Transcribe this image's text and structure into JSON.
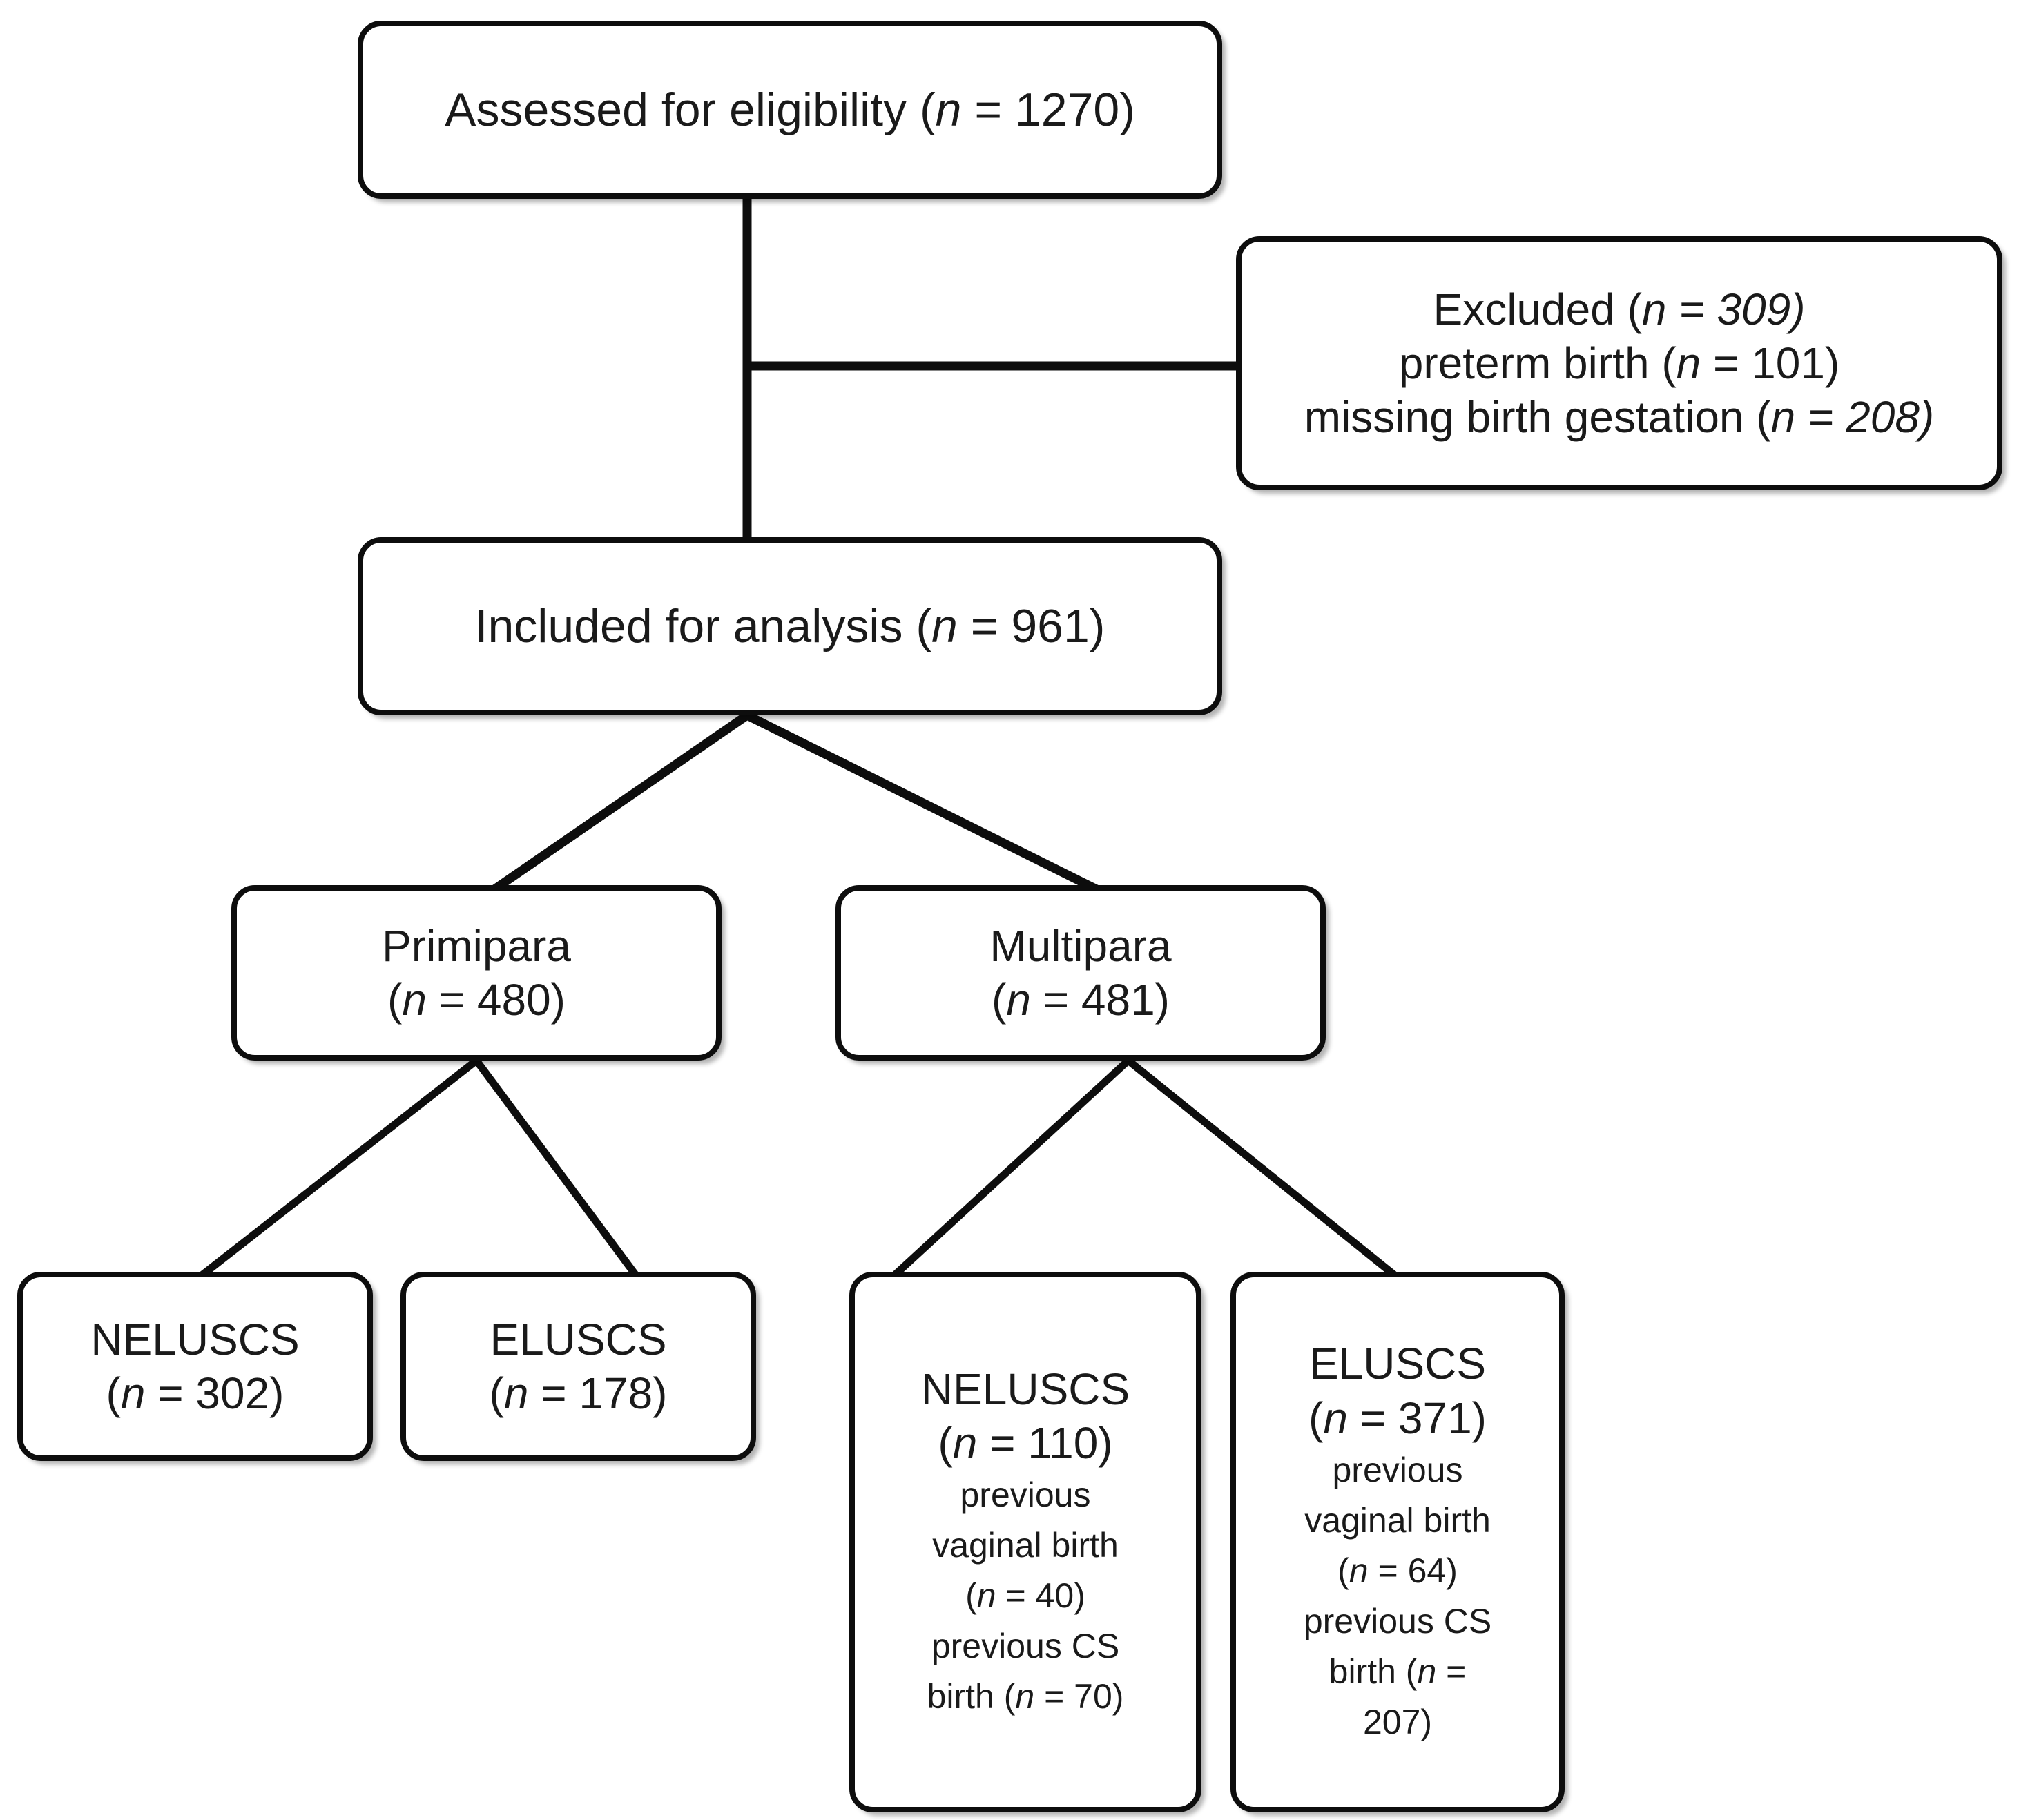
{
  "diagram": {
    "type": "flowchart",
    "title": "Study participant flow diagram",
    "colors": {
      "box_border": "#0d0d0d",
      "box_fill": "#ffffff",
      "connector": "#0d0d0d",
      "text": "#1a1a1a"
    }
  },
  "nodes": {
    "assessed": {
      "name": "Assessed for eligibility",
      "lines": [
        {
          "pre": "Assessed for eligibility (",
          "ital": "n",
          "post": " = 1270)"
        }
      ]
    },
    "excluded": {
      "name": "Excluded",
      "lines": [
        {
          "pre": "Excluded (",
          "ital": "n",
          "post": " = 309)"
        },
        {
          "pre": "preterm birth (",
          "ital": "n",
          "post": " = 101)"
        },
        {
          "pre": "missing birth gestation (",
          "ital": "n",
          "post": " = 208)"
        }
      ]
    },
    "included": {
      "name": "Included for analysis",
      "lines": [
        {
          "pre": "Included for analysis (",
          "ital": "n",
          "post": "  = 961)"
        }
      ]
    },
    "primipara": {
      "name": "Primipara",
      "lines": [
        {
          "pre": "Primipara",
          "ital": "",
          "post": ""
        },
        {
          "pre": "(",
          "ital": "n",
          "post": "  = 480)"
        }
      ]
    },
    "multipara": {
      "name": "Multipara",
      "lines": [
        {
          "pre": "Multipara",
          "ital": "",
          "post": ""
        },
        {
          "pre": "(",
          "ital": "n",
          "post": "  = 481)"
        }
      ]
    },
    "primipara_neluscs": {
      "name": "NELUSCS primipara",
      "lines": [
        {
          "pre": "NELUSCS",
          "ital": "",
          "post": ""
        },
        {
          "pre": "(",
          "ital": "n",
          "post": "  = 302)"
        }
      ]
    },
    "primipara_eluscs": {
      "name": "ELUSCS primipara",
      "lines": [
        {
          "pre": "ELUSCS",
          "ital": "",
          "post": ""
        },
        {
          "pre": "(",
          "ital": "n",
          "post": " = 178)"
        }
      ]
    },
    "multipara_neluscs": {
      "name": "NELUSCS multipara",
      "heading": [
        {
          "pre": "NELUSCS",
          "ital": "",
          "post": ""
        },
        {
          "pre": "(",
          "ital": "n",
          "post": " = 110)"
        }
      ],
      "detail": [
        {
          "pre": "previous",
          "ital": "",
          "post": ""
        },
        {
          "pre": "vaginal birth",
          "ital": "",
          "post": ""
        },
        {
          "pre": "(",
          "ital": "n",
          "post": " = 40)"
        },
        {
          "pre": "previous CS",
          "ital": "",
          "post": ""
        },
        {
          "pre": "birth (",
          "ital": "n",
          "post": " = 70)"
        }
      ]
    },
    "multipara_eluscs": {
      "name": "ELUSCS multipara",
      "heading": [
        {
          "pre": "ELUSCS",
          "ital": "",
          "post": ""
        },
        {
          "pre": "(",
          "ital": "n",
          "post": " = 371)"
        }
      ],
      "detail": [
        {
          "pre": "previous",
          "ital": "",
          "post": ""
        },
        {
          "pre": "vaginal birth",
          "ital": "",
          "post": ""
        },
        {
          "pre": "(",
          "ital": "n",
          "post": " = 64)"
        },
        {
          "pre": "previous CS",
          "ital": "",
          "post": ""
        },
        {
          "pre": "birth (",
          "ital": "n",
          "post": " ="
        },
        {
          "pre": "207)",
          "ital": "",
          "post": ""
        }
      ]
    }
  },
  "counts": {
    "assessed": 1270,
    "excluded_total": 309,
    "excluded_preterm_birth": 101,
    "excluded_missing_birth_gestation": 208,
    "included": 961,
    "primipara": 480,
    "multipara": 481,
    "primipara_neluscs": 302,
    "primipara_eluscs": 178,
    "multipara_neluscs": 110,
    "multipara_neluscs_previous_vaginal_birth": 40,
    "multipara_neluscs_previous_cs_birth": 70,
    "multipara_eluscs": 371,
    "multipara_eluscs_previous_vaginal_birth": 64,
    "multipara_eluscs_previous_cs_birth": 207
  }
}
